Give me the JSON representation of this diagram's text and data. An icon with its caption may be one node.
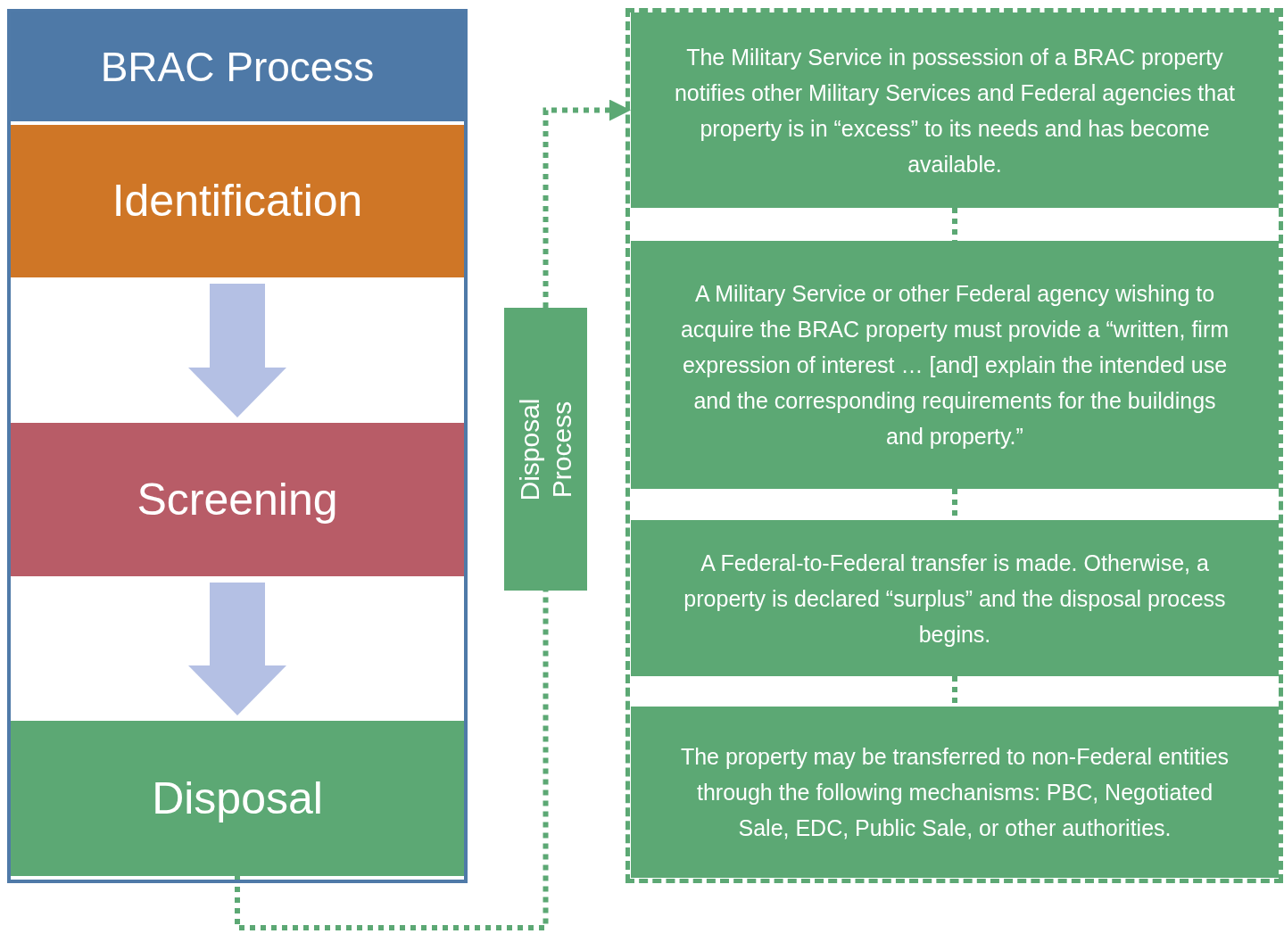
{
  "diagram": {
    "nodes": [
      {
        "text": [
          "BRAC Process"
        ]
      },
      {
        "text": [
          "Identification"
        ],
        "in": 0
      },
      {
        "text": [
          "Screening"
        ],
        "in": 0
      },
      {
        "text": [
          "Disposal"
        ],
        "in": 0
      },
      {
        "text": [
          "Disposal Process"
        ]
      },
      {
        "text": [],
        "shape": "box"
      },
      {
        "text": [
          "The Military Service in possession of a BRAC property notifies other Military Services and Federal agencies that property is in “excess” to its needs and has become available."
        ],
        "in": 5
      },
      {
        "text": [
          "A Military Service or other Federal agency wishing to acquire the BRAC property must provide a “written, firm expression of interest … [and] explain the intended use and the corresponding requirements for the buildings and property.”"
        ],
        "in": 5
      },
      {
        "text": [
          "A Federal-to-Federal transfer is made. Otherwise, a property is declared “surplus” and the disposal process begins."
        ],
        "in": 5
      },
      {
        "text": [
          "The property may be transferred to non-Federal entities through the following mechanisms: PBC, Negotiated Sale, EDC, Public Sale, or other authorities."
        ],
        "in": 5
      }
    ],
    "edges": [
      {
        "from": 1,
        "to": 2,
        "arrow": "to",
        "style": "thick",
        "color": "#b4c0e4"
      },
      {
        "from": 2,
        "to": 3,
        "arrow": "to",
        "style": "thick",
        "color": "#b4c0e4"
      },
      {
        "from": 3,
        "to": 4,
        "arrow": "none",
        "style": "dashed"
      },
      {
        "from": 4,
        "to": 6,
        "arrow": "to",
        "style": "dashed"
      },
      {
        "from": 6,
        "to": 7,
        "arrow": "none",
        "style": "dashed"
      },
      {
        "from": 7,
        "to": 8,
        "arrow": "none",
        "style": "dashed"
      },
      {
        "from": 8,
        "to": 9,
        "arrow": "none",
        "style": "dashed"
      }
    ]
  }
}
